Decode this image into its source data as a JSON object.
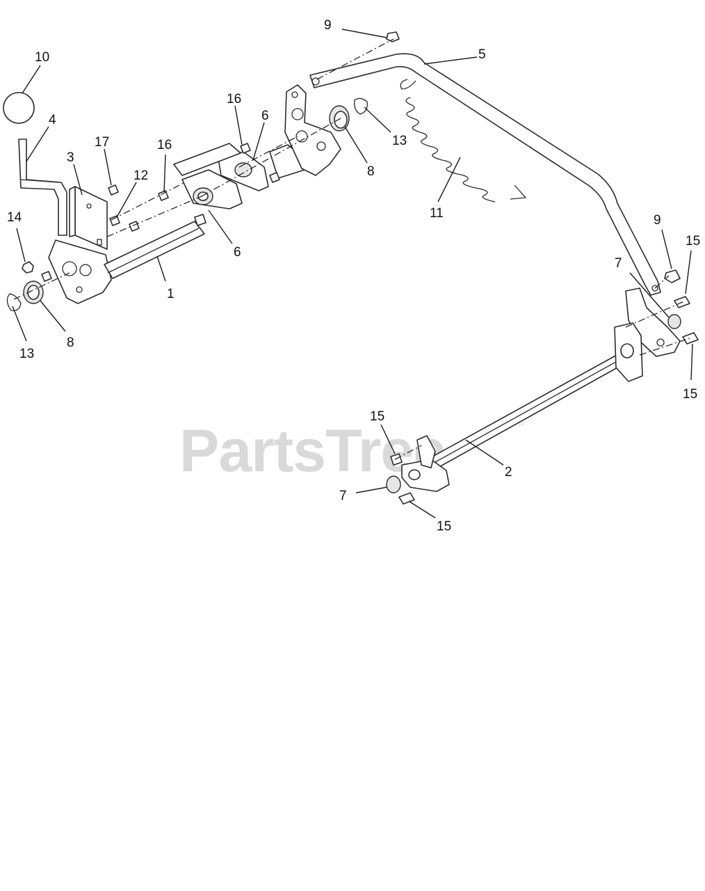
{
  "watermark": {
    "text": "PartsTree",
    "trademark": "TM"
  },
  "callouts": [
    {
      "id": "c-9-top",
      "text": "9"
    },
    {
      "id": "c-5",
      "text": "5"
    },
    {
      "id": "c-10",
      "text": "10"
    },
    {
      "id": "c-4",
      "text": "4"
    },
    {
      "id": "c-16-a",
      "text": "16"
    },
    {
      "id": "c-6-a",
      "text": "6"
    },
    {
      "id": "c-17",
      "text": "17"
    },
    {
      "id": "c-3",
      "text": "3"
    },
    {
      "id": "c-16-b",
      "text": "16"
    },
    {
      "id": "c-12",
      "text": "12"
    },
    {
      "id": "c-13-a",
      "text": "13"
    },
    {
      "id": "c-8-a",
      "text": "8"
    },
    {
      "id": "c-11",
      "text": "11"
    },
    {
      "id": "c-14",
      "text": "14"
    },
    {
      "id": "c-6-b",
      "text": "6"
    },
    {
      "id": "c-1",
      "text": "1"
    },
    {
      "id": "c-9-right",
      "text": "9"
    },
    {
      "id": "c-15-a",
      "text": "15"
    },
    {
      "id": "c-7-a",
      "text": "7"
    },
    {
      "id": "c-13-b",
      "text": "13"
    },
    {
      "id": "c-8-b",
      "text": "8"
    },
    {
      "id": "c-15-b",
      "text": "15"
    },
    {
      "id": "c-15-c",
      "text": "15"
    },
    {
      "id": "c-2",
      "text": "2"
    },
    {
      "id": "c-7-b",
      "text": "7"
    },
    {
      "id": "c-15-d",
      "text": "15"
    }
  ]
}
